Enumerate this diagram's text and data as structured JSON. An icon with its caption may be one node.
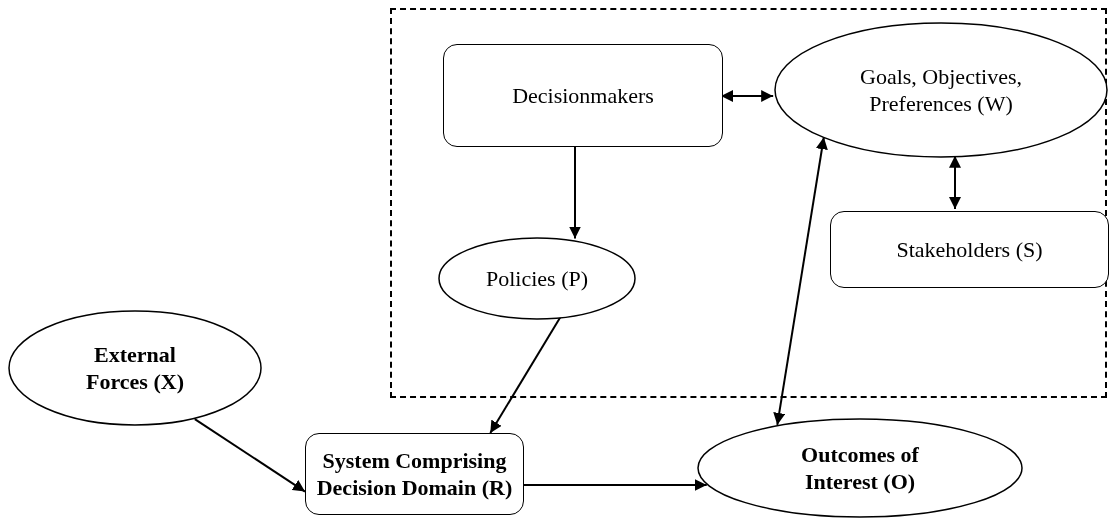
{
  "diagram": {
    "nodes": [
      {
        "text": [],
        "shape": "box"
      },
      {
        "text": [
          "Decisionmakers"
        ],
        "in": 0
      },
      {
        "text": [
          "Goals, Objectives, Preferences (W)"
        ],
        "in": 0
      },
      {
        "text": [
          "Policies (P)"
        ],
        "in": 0
      },
      {
        "text": [
          "Stakeholders (S)"
        ],
        "in": 0
      },
      {
        "text": [
          "External Forces (X)"
        ]
      },
      {
        "text": [
          "System Comprising Decision Domain (R)"
        ]
      },
      {
        "text": [
          "Outcomes of Interest (O)"
        ]
      }
    ],
    "edges": [
      {
        "from": 1,
        "to": 2,
        "arrow": "both"
      },
      {
        "from": 1,
        "to": 3,
        "arrow": "to"
      },
      {
        "from": 2,
        "to": 4,
        "arrow": "both"
      },
      {
        "from": 3,
        "to": 6,
        "arrow": "to"
      },
      {
        "from": 5,
        "to": 6,
        "arrow": "to"
      },
      {
        "from": 6,
        "to": 7,
        "arrow": "to"
      },
      {
        "from": 2,
        "to": 7,
        "arrow": "both"
      }
    ]
  }
}
